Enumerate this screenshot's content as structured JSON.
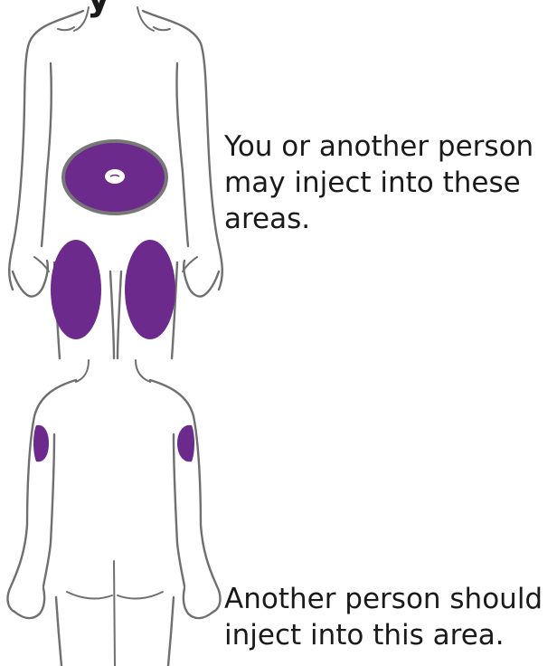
{
  "header": {
    "partial_text": "y"
  },
  "front": {
    "caption_lines": [
      "You or another person",
      "may inject into these",
      "areas."
    ]
  },
  "back": {
    "caption_lines": [
      "Another person should",
      "inject into this area."
    ]
  },
  "colors": {
    "injection_site": "#6b2a8c",
    "body_outline": "#6f6f6f",
    "background": "#ffffff"
  }
}
